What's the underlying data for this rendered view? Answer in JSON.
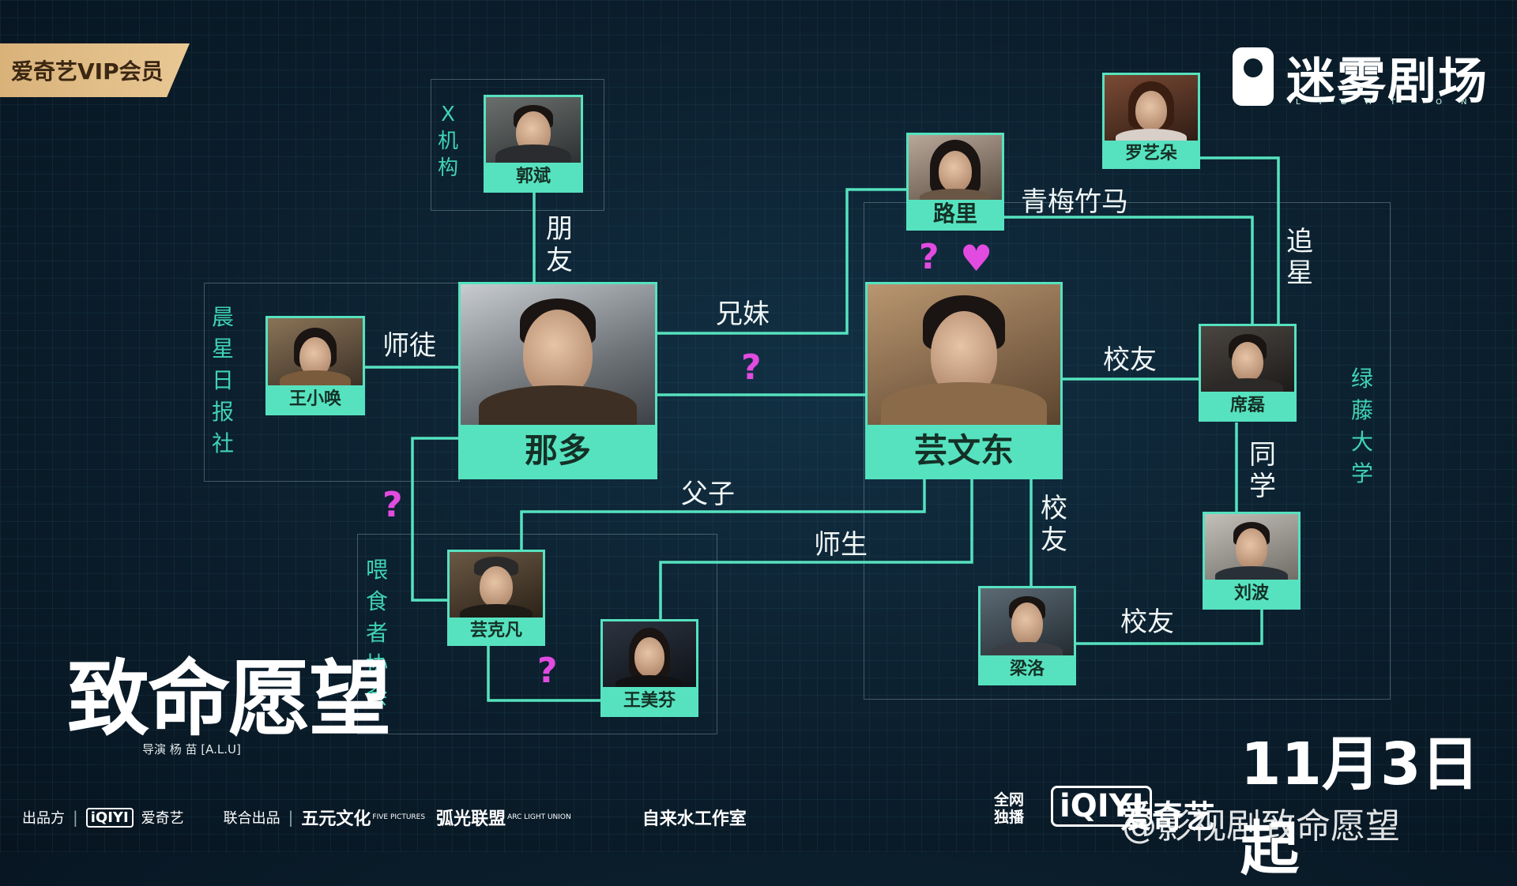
{
  "badge": "爱奇艺VIP会员",
  "brand": {
    "name": "迷雾剧场",
    "sub": "LIGHT ON",
    "logo_text": "LIGHT"
  },
  "regions": {
    "x_org": "X机构",
    "newspaper": "晨星日报社",
    "feeders": "喂食者协会",
    "university": "绿藤大学"
  },
  "characters": {
    "guobin": "郭斌",
    "wangxiaohuan": "王小唤",
    "naduo": "那多",
    "luli": "路里",
    "luoyiduo": "罗艺朵",
    "xilei": "席磊",
    "yunwendong": "芸文东",
    "liubo": "刘波",
    "yunkefan": "芸克凡",
    "wangmeifen": "王美芬",
    "liangluo": "梁洛"
  },
  "relations": {
    "friend": "朋友",
    "master_apprentice": "师徒",
    "siblings": "兄妹",
    "childhood": "青梅竹马",
    "fan": "追星",
    "schoolmate1": "校友",
    "schoolmate2": "校友",
    "schoolmate3": "校友",
    "classmate": "同学",
    "father_son": "父子",
    "teacher_student": "师生"
  },
  "marks": {
    "question": "?",
    "heart": "♥"
  },
  "title": "致命愿望",
  "director": "导演 杨 苗 [A.L.U]",
  "date": "11月3日起",
  "footer": {
    "producer_label": "出品方",
    "producer_logo": "iQIYI",
    "producer_name": "爱奇艺",
    "co_label": "联合出品",
    "co1": "五元文化",
    "co1_en": "FIVE PICTURES",
    "co2": "弧光联盟",
    "co2_en": "ARC LIGHT UNION",
    "studio": "自来水工作室",
    "exclusive": "全网独播",
    "platform_logo": "iQIYI",
    "platform_name": "爱奇艺"
  },
  "watermark": "@影视剧致命愿望",
  "colors": {
    "accent": "#56e2bf",
    "mark": "#e14be0",
    "bg": "#0b1e2c",
    "badge": "#e3bf8a"
  }
}
